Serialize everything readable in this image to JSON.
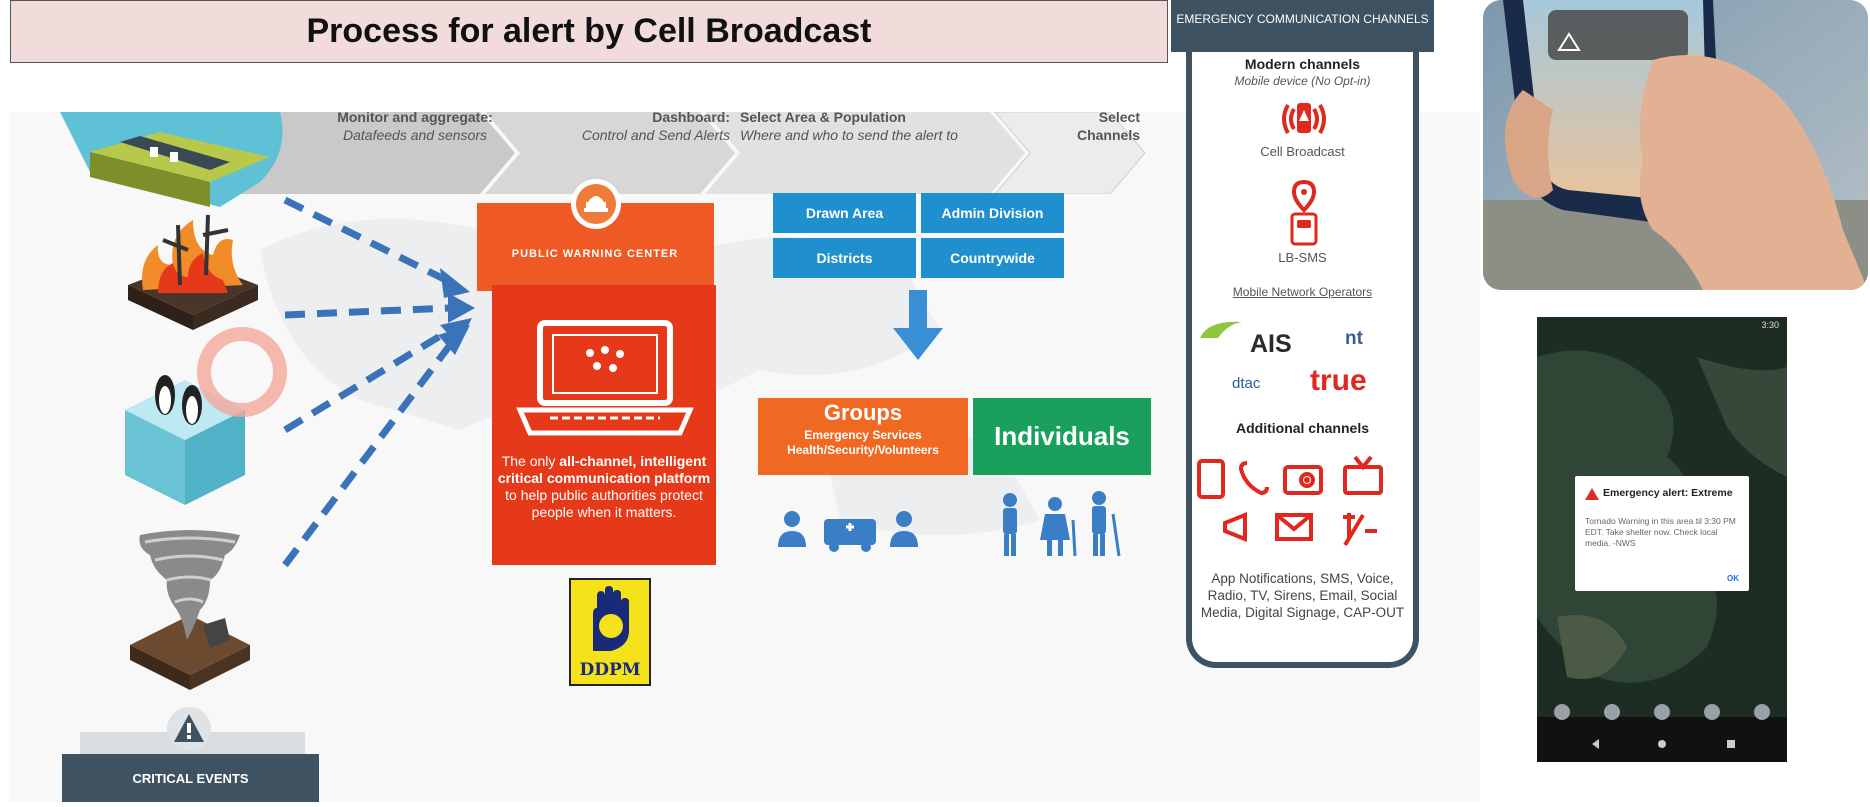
{
  "title": "Process for alert by Cell Broadcast",
  "flow_steps": [
    {
      "bold": "Monitor and aggregate:",
      "text": "Datafeeds and sensors"
    },
    {
      "bold": "Dashboard:",
      "text": "Control and Send Alerts"
    },
    {
      "bold": "Select Area & Population",
      "text": "Where and who to send the alert to"
    },
    {
      "bold": "Select",
      "text": "Channels"
    }
  ],
  "warning_center": {
    "title": "PUBLIC WARNING CENTER",
    "desc_1": "The only ",
    "desc_bold": "all-channel, intelligent critical communication platform",
    "desc_2": " to help public authorities protect people when it matters."
  },
  "area_buttons": [
    "Drawn Area",
    "Admin Division",
    "Districts",
    "Countrywide"
  ],
  "groups": {
    "title": "Groups",
    "subtitle": "Emergency Services Health/Security/Volunteers"
  },
  "individuals": "Individuals",
  "ddpm_logo": "DDPM",
  "critical_events": "CRITICAL EVENTS",
  "channels_panel": {
    "header": "EMERGENCY COMMUNICATION CHANNELS",
    "modern_title": "Modern channels",
    "modern_sub": "Mobile device (No Opt-in)",
    "cell_broadcast": "Cell Broadcast",
    "lb_sms": "LB-SMS",
    "mno_title": "Mobile Network Operators",
    "operators": [
      "AIS",
      "nt",
      "dtac",
      "true"
    ],
    "additional_title": "Additional channels",
    "additional_desc": "App Notifications, SMS, Voice, Radio, TV, Sirens, Email, Social Media, Digital Signage, CAP-OUT"
  },
  "phone_alert": {
    "title": "Emergency alert: Extreme",
    "body": "Tornado Warning in this area til 3:30 PM EDT. Take shelter now. Check local media. -NWS",
    "ok": "OK",
    "status_time": "3:30"
  },
  "colors": {
    "orange": "#ef5a24",
    "red": "#e5391a",
    "blue": "#1f8fce",
    "green": "#18a05c",
    "navy": "#3e5262",
    "title_bg": "#f2dcdb",
    "channel_red": "#e0281e"
  }
}
